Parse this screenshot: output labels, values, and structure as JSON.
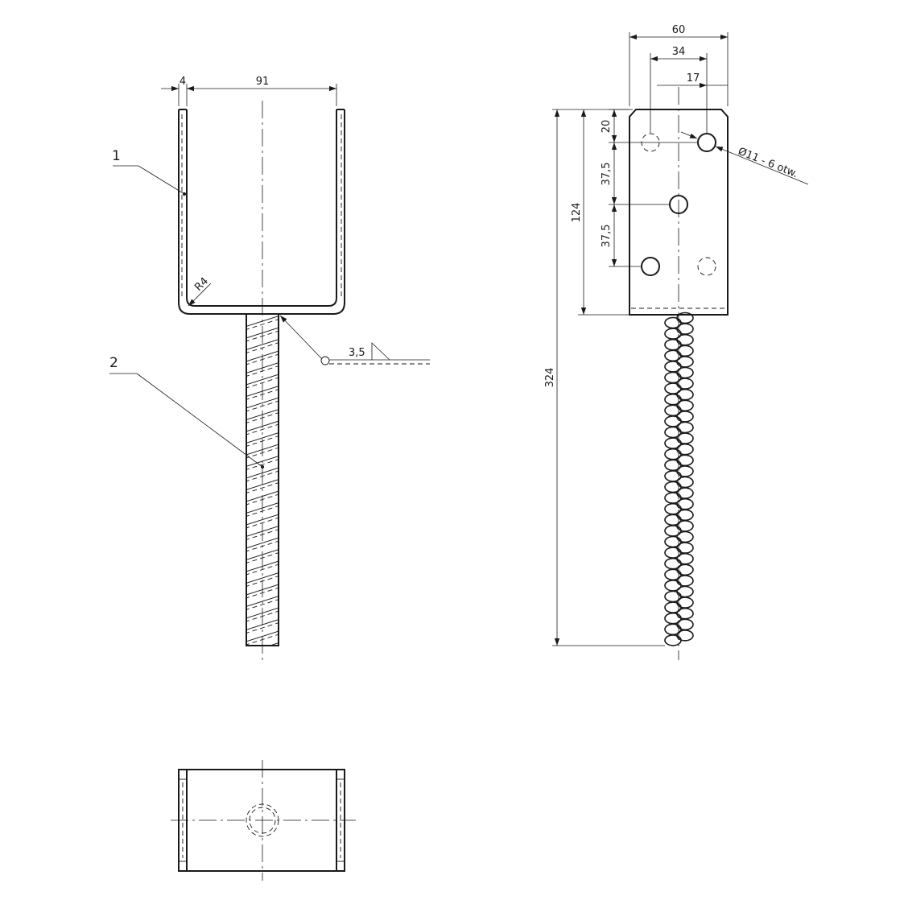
{
  "front_view": {
    "dim_thickness": "4",
    "dim_width": "91",
    "dim_radius": "R4",
    "weld_size": "3,5",
    "part_labels": [
      "1",
      "2"
    ]
  },
  "side_view": {
    "dim_width": "60",
    "dim_hole_span": "34",
    "dim_hole_offset": "17",
    "dim_top_edge": "20",
    "dim_pitch_upper": "37,5",
    "dim_pitch_lower": "37,5",
    "dim_bracket_height": "124",
    "dim_total_height": "324",
    "hole_note": "Ø11 - 6 otw."
  },
  "colors": {
    "line": "#1a1a1a",
    "background": "#ffffff"
  }
}
